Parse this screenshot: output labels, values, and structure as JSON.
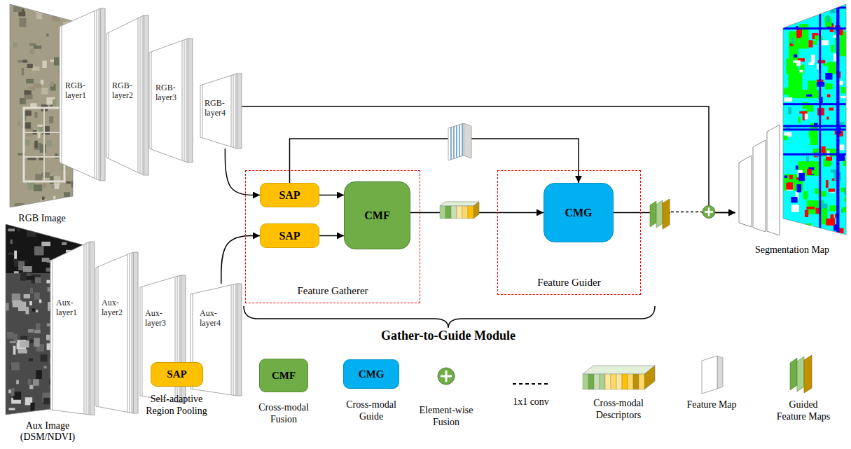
{
  "diagram": {
    "nodes": [
      {
        "text": [
          "RGB Image"
        ]
      },
      {
        "text": [
          "RGB-layer1"
        ]
      },
      {
        "text": [
          "RGB-layer2"
        ]
      },
      {
        "text": [
          "RGB-layer3"
        ]
      },
      {
        "text": [
          "RGB-layer4"
        ]
      },
      {
        "text": [
          "Feature Gatherer"
        ]
      },
      {
        "text": [
          "SAP"
        ],
        "in": 5
      },
      {
        "text": [
          "SAP"
        ],
        "in": 5
      },
      {
        "text": [
          "CMF"
        ],
        "in": 5
      },
      {
        "text": [
          "Feature Guider"
        ]
      },
      {
        "text": [
          "CMG"
        ],
        "in": 9
      },
      {
        "text": [
          "Aux Image (DSM/NDVI)"
        ]
      },
      {
        "text": [
          "Aux-layer1"
        ]
      },
      {
        "text": [
          "Aux-layer2"
        ]
      },
      {
        "text": [
          "Aux-layer3"
        ]
      },
      {
        "text": [
          "Aux-layer4"
        ]
      },
      {
        "text": [
          "Segmentation Map"
        ]
      }
    ],
    "edges": [
      {
        "from": 4,
        "to": 6,
        "arrow": "to"
      },
      {
        "from": 15,
        "to": 7,
        "arrow": "to"
      },
      {
        "from": 6,
        "to": 8,
        "arrow": "to"
      },
      {
        "from": 7,
        "to": 8,
        "arrow": "to"
      },
      {
        "from": 6,
        "to": 10,
        "arrow": "to"
      },
      {
        "from": 8,
        "to": 10,
        "arrow": "to"
      },
      {
        "from": 10,
        "to": 16,
        "arrow": "to"
      },
      {
        "from": 4,
        "to": 16,
        "arrow": "to"
      }
    ],
    "labels": [
      "Gather-to-Guide Module",
      "SAP",
      "CMF",
      "CMG"
    ],
    "legend": [
      {
        "text": "Self-adaptive Region Pooling",
        "color": "#ffc000"
      },
      {
        "text": "Cross-modal Fusion",
        "color": "#70ad47"
      },
      {
        "text": "Cross-modal Guide",
        "color": "#00b0f0"
      },
      {
        "text": "Element-wise Fusion"
      },
      {
        "text": "1x1 conv"
      },
      {
        "text": "Cross-modal Descriptors"
      },
      {
        "text": "Feature Map"
      },
      {
        "text": "Guided Feature Maps"
      }
    ]
  }
}
